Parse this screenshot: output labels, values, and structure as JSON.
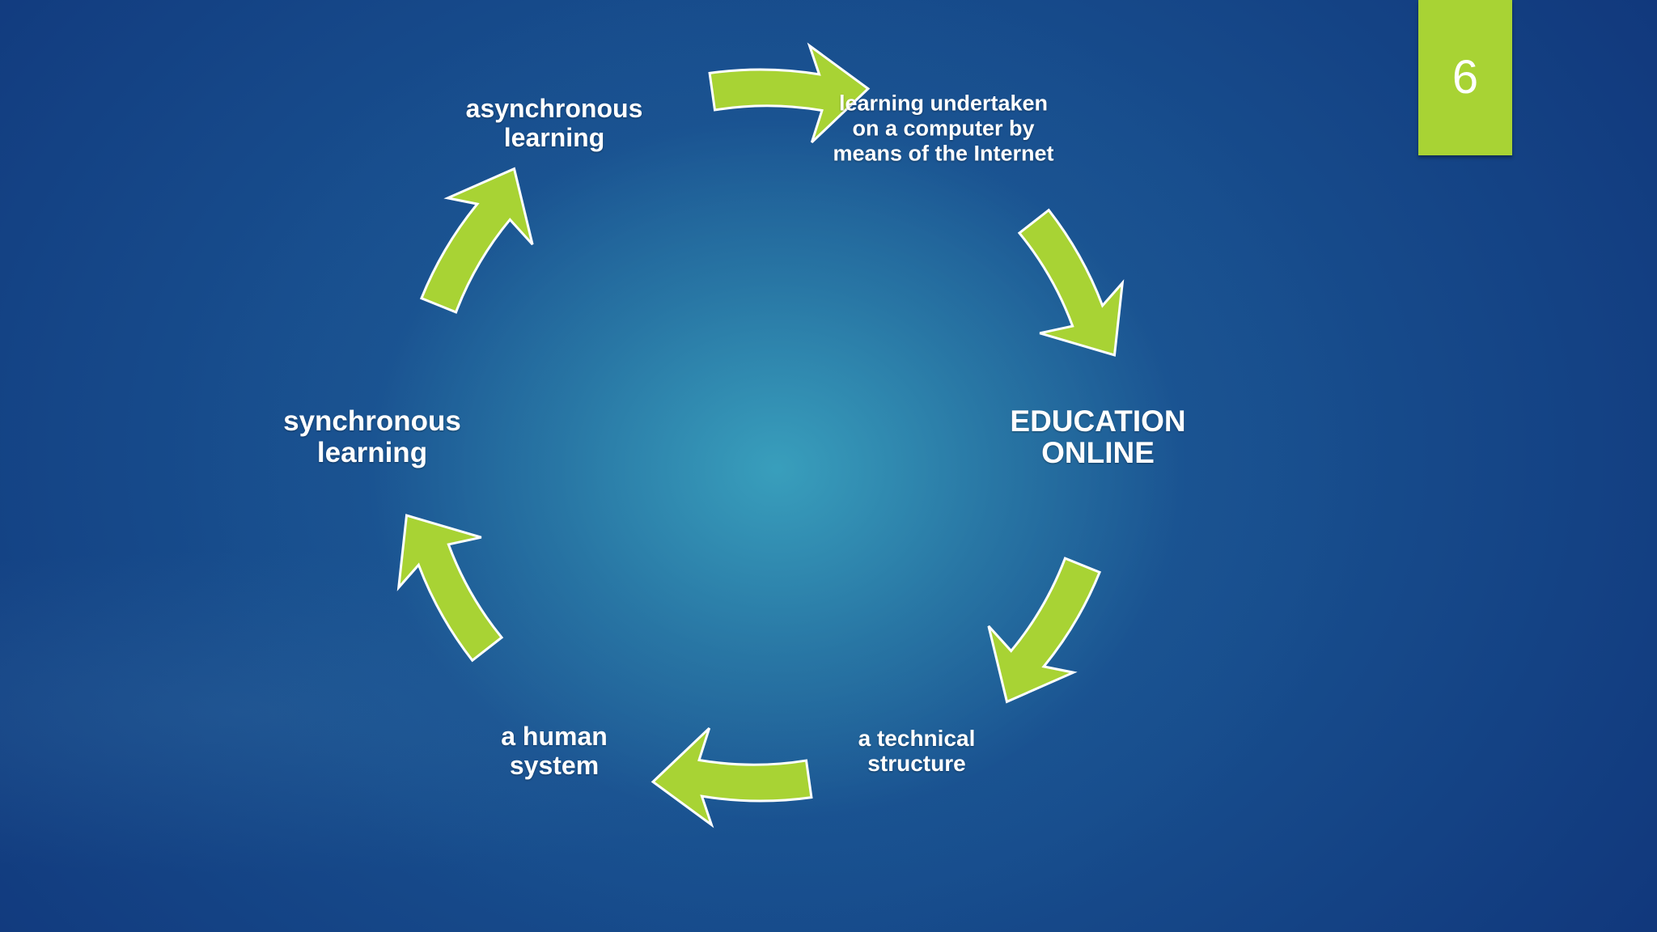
{
  "slide": {
    "page_number": "6"
  },
  "cycle": {
    "nodes": [
      {
        "id": "top-right",
        "text": "learning undertaken\non a computer by\nmeans of the Internet"
      },
      {
        "id": "right",
        "text": "EDUCATION\nONLINE"
      },
      {
        "id": "bottom-right",
        "text": "a technical\nstructure"
      },
      {
        "id": "bottom-left",
        "text": "a human\nsystem"
      },
      {
        "id": "left",
        "text": "synchronous\nlearning"
      },
      {
        "id": "top-left",
        "text": "asynchronous\nlearning"
      }
    ],
    "arrow_direction": "clockwise",
    "arrow_color": "#a8d334",
    "arrow_outline_color": "#ffffff"
  },
  "colors": {
    "background": "#1a5390",
    "accent": "#a8d334",
    "text": "#ffffff"
  }
}
